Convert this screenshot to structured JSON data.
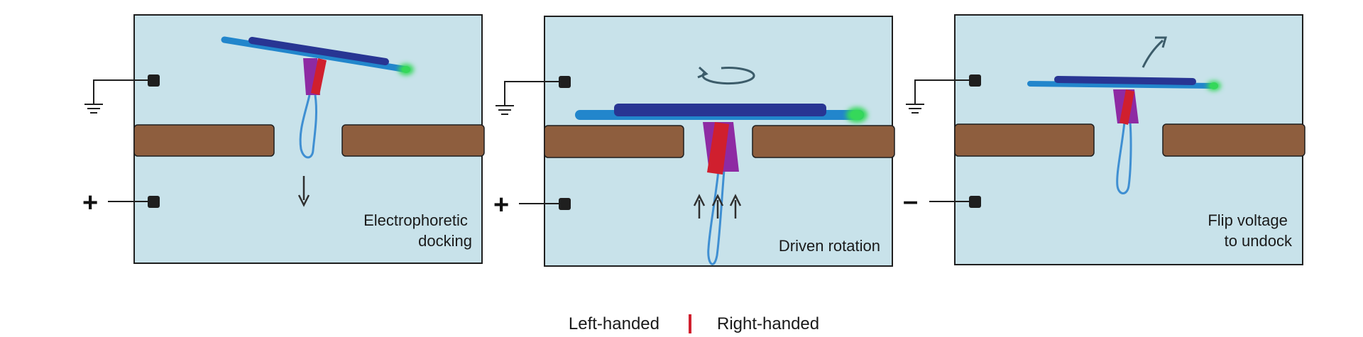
{
  "colors": {
    "chamber": "#c8e2ea",
    "membrane": "#8e5e3e",
    "dark_blue": "#283593",
    "mid_blue": "#2286cc",
    "green": "#35d85a",
    "purple": "#8e2aa3",
    "red": "#d01f2e",
    "wire": "#1f1f1f",
    "strand": "#3f8fd2",
    "arrow": "#2f2f2f",
    "rotate_arrow": "#3c5c6a"
  },
  "icons": {
    "ground": "ground-symbol-icon",
    "electrode": "electrode-icon",
    "down_arrow": "arrow-down-icon",
    "up_arrows": "arrow-up-icon",
    "rotation": "rotation-arrow-icon",
    "release": "release-arrow-icon"
  },
  "panels": [
    {
      "id": "docking",
      "lines": [
        "Electrophoretic",
        "docking"
      ],
      "bottom_sign": "+"
    },
    {
      "id": "rotation",
      "lines": [
        "Driven rotation"
      ],
      "bottom_sign": "+"
    },
    {
      "id": "undock",
      "lines": [
        "Flip voltage",
        "to undock"
      ],
      "bottom_sign": "–"
    }
  ],
  "legend": {
    "left": "Left-handed",
    "right": "Right-handed"
  }
}
